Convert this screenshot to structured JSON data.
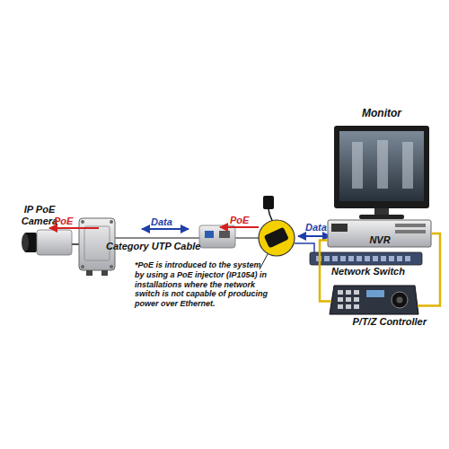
{
  "diagram": {
    "nodes": [
      {
        "text": [
          "Monitor"
        ]
      },
      {
        "text": [
          "IP PoE Camera"
        ]
      },
      {
        "text": [
          "NVR"
        ]
      },
      {
        "text": [
          "Network Switch"
        ]
      },
      {
        "text": [
          "P/T/Z Controller"
        ]
      }
    ],
    "edges": [
      {
        "from": 2,
        "to": 4,
        "arrow": "none"
      },
      {
        "from": 2,
        "to": 4,
        "arrow": "none"
      }
    ],
    "labels": [
      "PoE",
      "Data",
      "PoE",
      "Category UTP Cable",
      "Data",
      "*PoE is introduced to the system by using a PoE injector (IP1054) in installations where the network switch is not capable of producing power over Ethernet."
    ]
  }
}
